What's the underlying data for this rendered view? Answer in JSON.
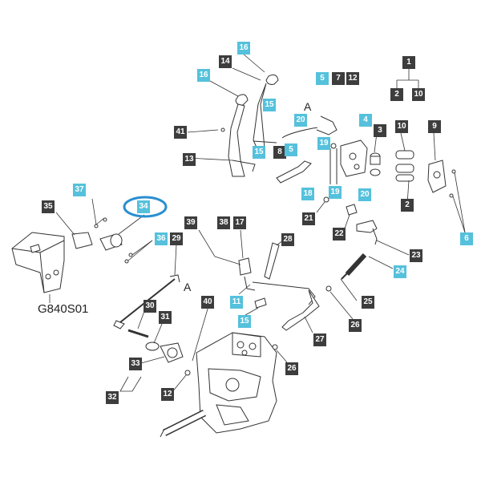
{
  "diagram": {
    "drawing_code": "G840S01",
    "view_marker": "A",
    "highlighted_part": "34",
    "colors": {
      "standard_callout": "#3d3d3d",
      "highlight_callout": "#55c1dc",
      "selection_ring": "#2a8fd0",
      "line": "#333333"
    },
    "callouts": {
      "c16a": "16",
      "c14": "14",
      "c16b": "16",
      "c15a": "15",
      "c5a": "5",
      "c7": "7",
      "c12a": "12",
      "c1": "1",
      "c2a": "2",
      "c10a": "10",
      "c41": "41",
      "c20a": "20",
      "c4": "4",
      "c3": "3",
      "c10b": "10",
      "c9": "9",
      "c15b": "15",
      "c8": "8",
      "c5b": "5",
      "c19a": "19",
      "c13": "13",
      "c18": "18",
      "c19b": "19",
      "c20b": "20",
      "c2b": "2",
      "c37": "37",
      "c35": "35",
      "c34": "34",
      "c21": "21",
      "c22": "22",
      "c6": "6",
      "c39": "39",
      "c38": "38",
      "c17": "17",
      "c36": "36",
      "c29": "29",
      "c28": "28",
      "c23": "23",
      "c24": "24",
      "c11": "11",
      "c25": "25",
      "c40": "40",
      "c15c": "15",
      "c30": "30",
      "c31": "31",
      "c26a": "26",
      "c27": "27",
      "c33": "33",
      "c26b": "26",
      "c32": "32",
      "c12b": "12"
    }
  }
}
